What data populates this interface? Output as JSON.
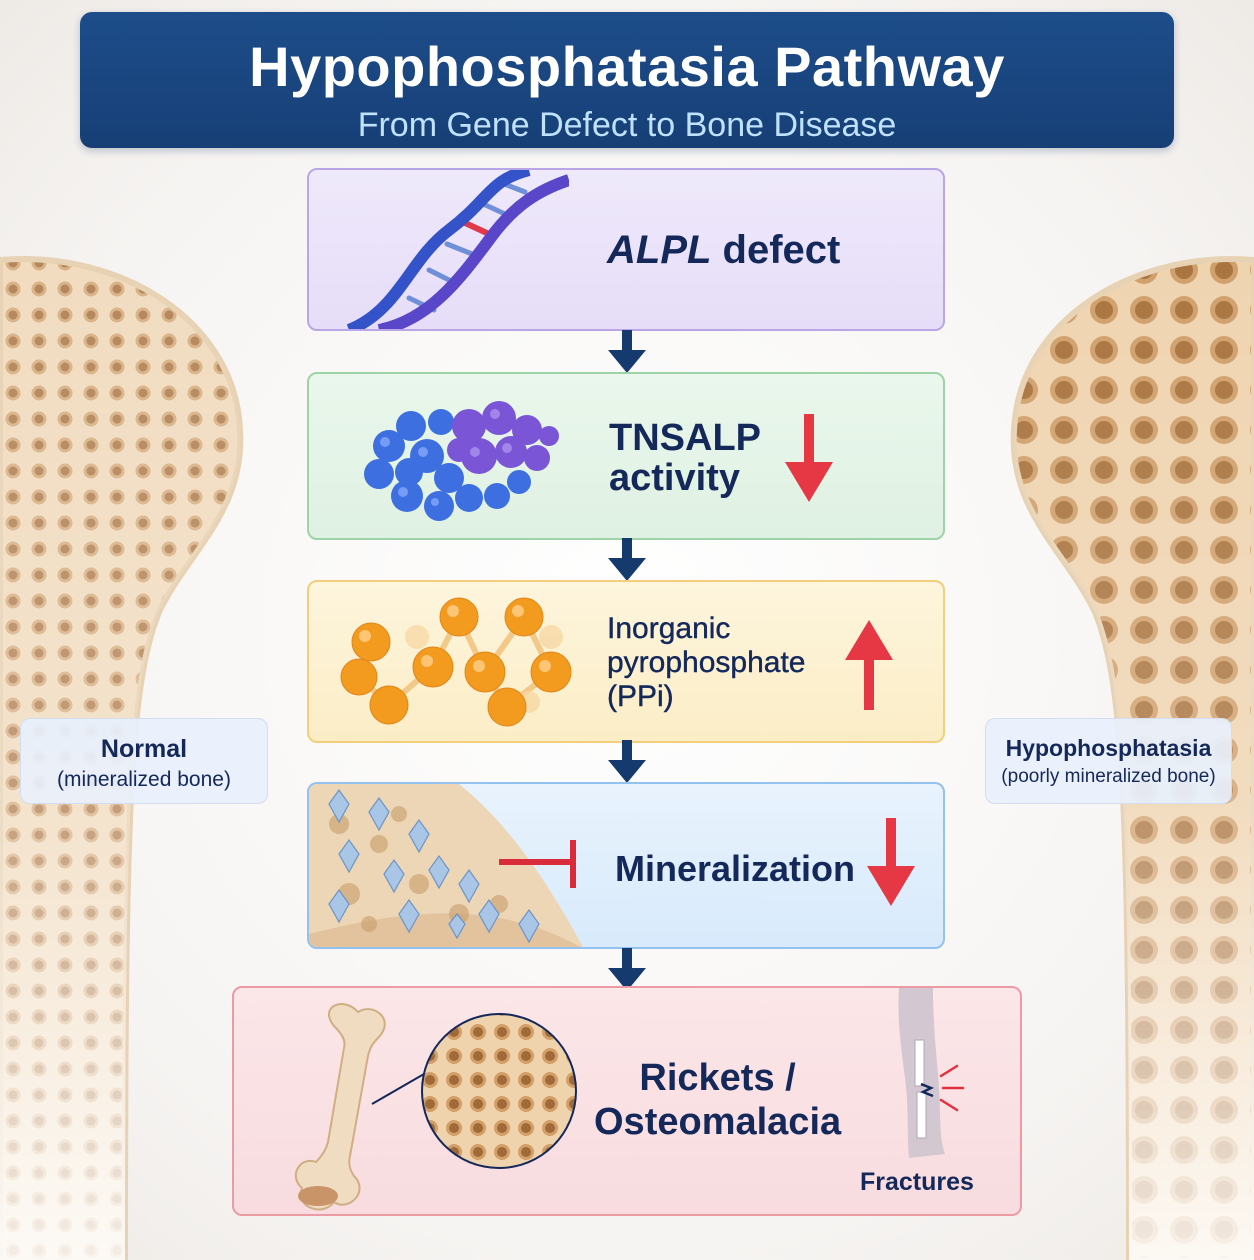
{
  "header": {
    "title": "Hypophosphatasia Pathway",
    "subtitle": "From Gene Defect to Bone Disease"
  },
  "steps": [
    {
      "label_italic": "ALPL",
      "label_rest": " defect",
      "icon": "dna-icon",
      "indicator": ""
    },
    {
      "line1": "TNSALP",
      "line2": "activity",
      "icon": "protein-molecule-icon",
      "indicator": "down"
    },
    {
      "line1": "Inorganic",
      "line2": "pyrophosphate",
      "line3": "(PPi)",
      "icon": "ppi-molecule-icon",
      "indicator": "up"
    },
    {
      "label": "Mineralization",
      "icon": "crystal-bone-matrix-icon",
      "indicator": "down"
    },
    {
      "line1": "Rickets /",
      "line2": "Osteomalacia",
      "fractures_label": "Fractures",
      "icon": "bone-and-fracture-icon"
    }
  ],
  "side_labels": {
    "left": {
      "title": "Normal",
      "subtitle": "(mineralized bone)"
    },
    "right": {
      "title": "Hypophosphatasia",
      "subtitle": "(poorly mineralized bone)"
    }
  },
  "colors": {
    "header_bg": "#1d4d8a",
    "header_subtitle": "#bfe3ff",
    "text_navy": "#14285a",
    "indicator_red": "#e63744",
    "flow_arrow": "#153a6e"
  }
}
